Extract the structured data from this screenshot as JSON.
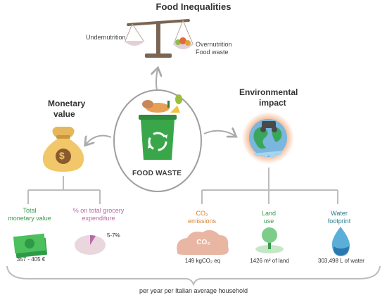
{
  "title": "Food Inequalities",
  "scale": {
    "left_label": "Undernutrition",
    "right_label_1": "Overnutrition",
    "right_label_2": "Food waste"
  },
  "center": {
    "label": "FOOD WASTE"
  },
  "monetary": {
    "heading_1": "Monetary",
    "heading_2": "value",
    "total_1": "Total",
    "total_2": "monetary value",
    "total_value": "357 - 405 €",
    "share_1": "% on total grocery",
    "share_2": "expenditure",
    "share_value": "5-7%",
    "share_fraction": 0.06
  },
  "environment": {
    "heading_1": "Environmental",
    "heading_2": "impact",
    "co2_1": "CO₂",
    "co2_2": "emissions",
    "co2_cloud": "CO₂",
    "co2_value": "149 kgCO₂ eq",
    "land_1": "Land",
    "land_2": "use",
    "land_value": "1426 m² of land",
    "water_1": "Water",
    "water_2": "footprint",
    "water_value": "303,498 L of water"
  },
  "footer": "per year per Italian average household",
  "colors": {
    "green_label": "#3a9a4a",
    "pink_label": "#b86aa8",
    "orange_label": "#d9802f",
    "teal_label": "#2a7a8a",
    "bin_green": "#3aa64a",
    "gray_line": "#bdbdbd"
  }
}
